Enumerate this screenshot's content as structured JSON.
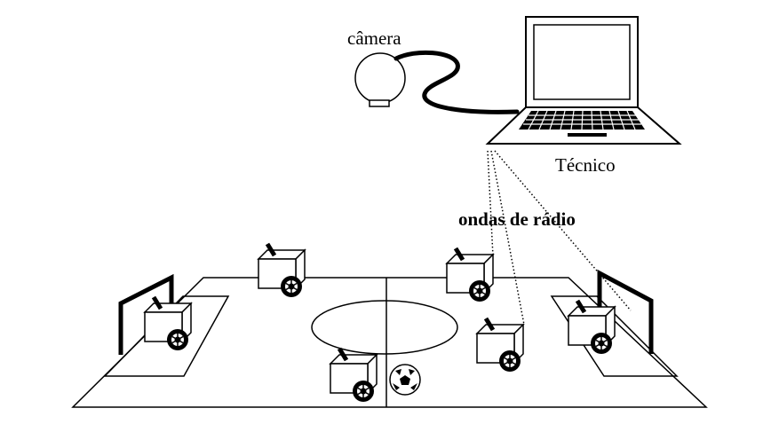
{
  "labels": {
    "camera": "câmera",
    "technician": "Técnico",
    "radio_waves": "ondas de rádio"
  },
  "colors": {
    "ink": "#000000",
    "background": "#ffffff"
  },
  "icons": {
    "camera": "camera-icon",
    "laptop": "laptop-icon",
    "robot": "robot-icon",
    "ball": "soccer-ball-icon",
    "goal": "goal-icon"
  }
}
